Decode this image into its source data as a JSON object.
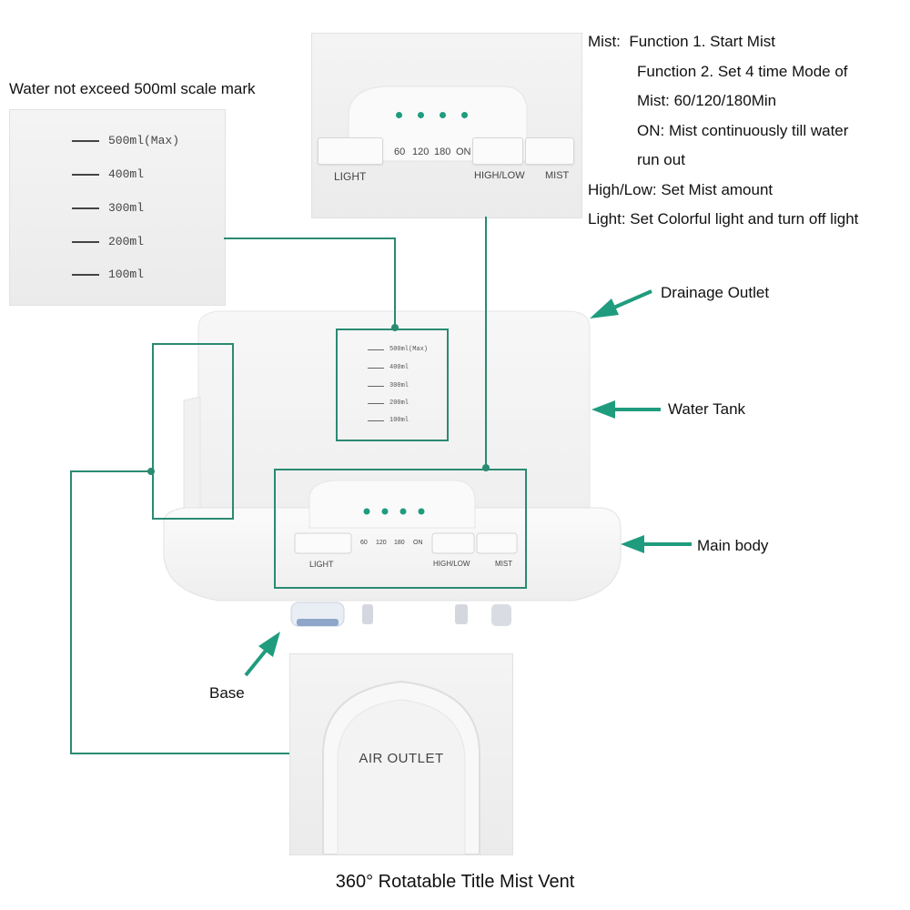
{
  "labels": {
    "water_limit": "Water not exceed 500ml scale mark",
    "drainage_outlet": "Drainage Outlet",
    "water_tank": "Water Tank",
    "main_body": "Main body",
    "base": "Base",
    "mist_vent": "360° Rotatable Title Mist Vent"
  },
  "description": {
    "mist_heading": "Mist:",
    "function1": "Function 1. Start Mist",
    "function2": "Function 2. Set 4 time Mode of",
    "mist_time": "Mist: 60/120/180Min",
    "on_line1": "ON: Mist continuously till water",
    "on_line2": "run out",
    "high_low": "High/Low: Set Mist amount",
    "light": "Light: Set Colorful light and turn off light"
  },
  "scale": {
    "marks": [
      "500ml(Max)",
      "400ml",
      "300ml",
      "200ml",
      "100ml"
    ]
  },
  "control_panel": {
    "timer_labels": [
      "60",
      "120",
      "180",
      "ON"
    ],
    "light_label": "LIGHT",
    "high_low_label": "HIGH/LOW",
    "mist_label": "MIST"
  },
  "vent": {
    "air_outlet": "AIR OUTLET"
  },
  "colors": {
    "accent": "#1f9c7e",
    "leader_line": "#2a8a72"
  }
}
